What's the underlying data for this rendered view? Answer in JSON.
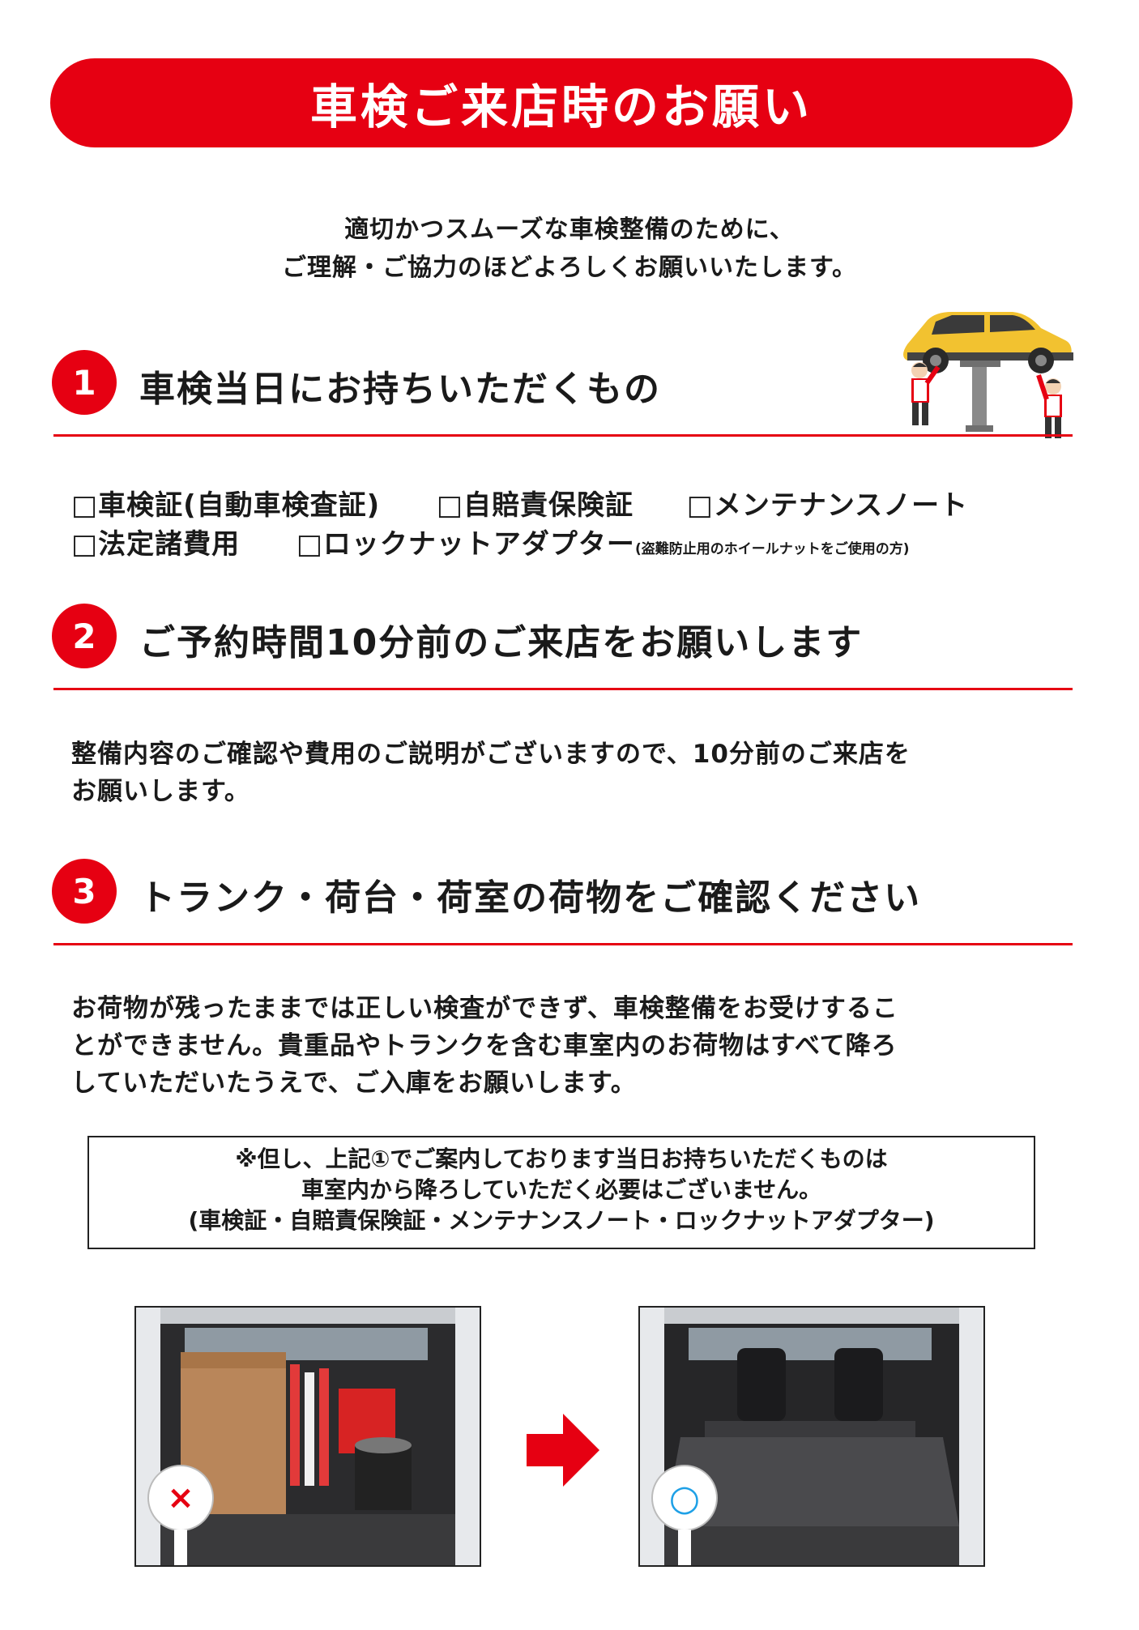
{
  "title": "車検ご来店時のお願い",
  "intro": {
    "line1": "適切かつスムーズな車検整備のために、",
    "line2": "ご理解・ご協力のほどよろしくお願いいたします。"
  },
  "sections": [
    {
      "number": "1",
      "heading": "車検当日にお持ちいただくもの",
      "checklist": {
        "row1": [
          "□車検証(自動車検査証)",
          "□自賠責保険証",
          "□メンテナンスノート"
        ],
        "row2": [
          "□法定諸費用",
          "□ロックナットアダプター"
        ],
        "note": "(盗難防止用のホイールナットをご使用の方)"
      }
    },
    {
      "number": "2",
      "heading": "ご予約時間10分前のご来店をお願いします",
      "body": [
        "整備内容のご確認や費用のご説明がございますので、10分前のご来店を",
        "お願いします。"
      ]
    },
    {
      "number": "3",
      "heading": "トランク・荷台・荷室の荷物をご確認ください",
      "body": [
        "お荷物が残ったままでは正しい検査ができず、車検整備をお受けするこ",
        "とができません。貴重品やトランクを含む車室内のお荷物はすべて降ろ",
        "していただいたうえで、ご入庫をお願いします。"
      ]
    }
  ],
  "notice": {
    "line1": "※但し、上記①でご案内しております当日お持ちいただくものは",
    "line2": "車室内から降ろしていただく必要はございません。",
    "line3": "(車検証・自賠責保険証・メンテナンスノート・ロックナットアダプター)"
  },
  "photos": {
    "bad_marker": "×",
    "good_marker": "○"
  },
  "colors": {
    "accent": "#e60012",
    "text": "#1a1a1a",
    "good_marker": "#1ea0e6",
    "car_yellow": "#f2c230"
  },
  "icons": {
    "illustration": "mechanics-lifting-car-illustration",
    "arrow": "arrow-right-icon"
  }
}
